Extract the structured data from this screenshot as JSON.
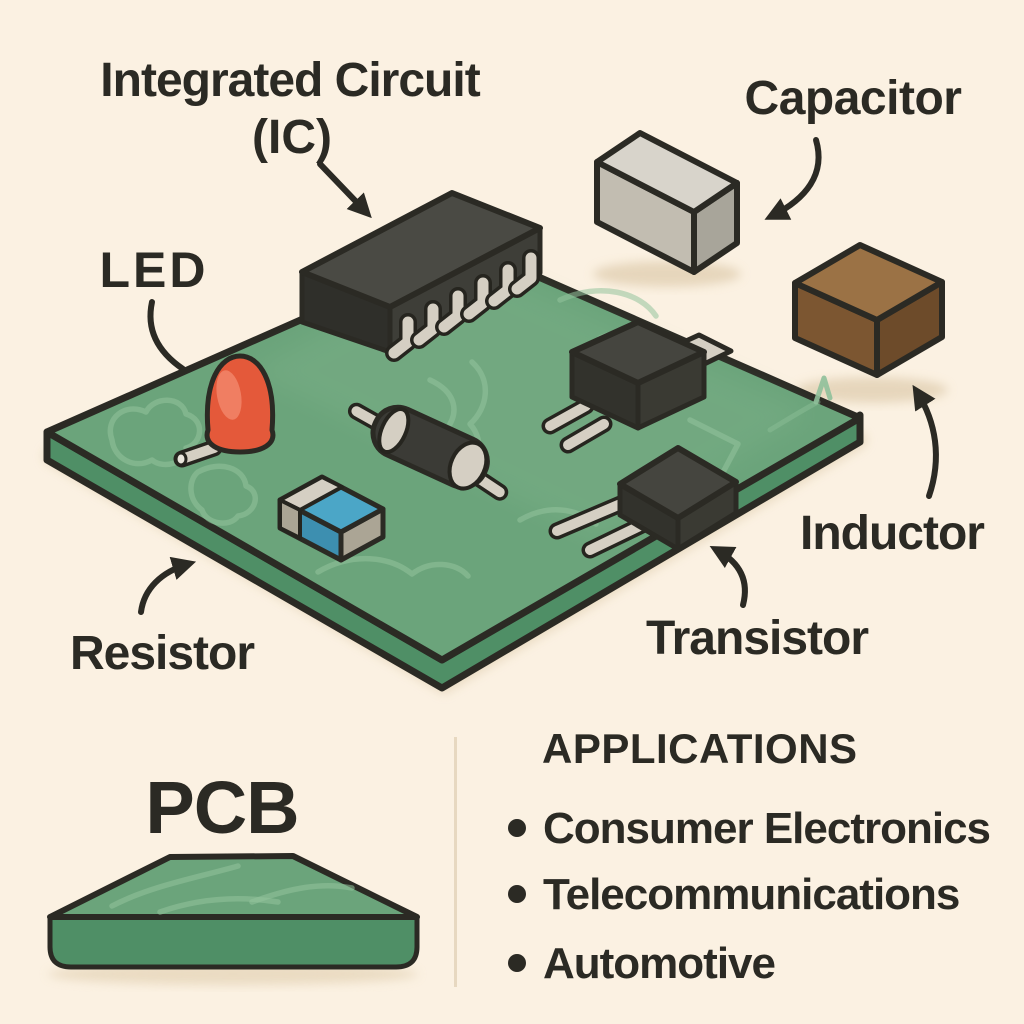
{
  "colors": {
    "background": "#fbf1e2",
    "ink": "#2b2a24",
    "pcb_top": "#6ba47b",
    "pcb_side": "#4f8f66",
    "trace_green": "#93c29c",
    "chip_top": "#4a4a44",
    "chip_front_left": "#2f2f2a",
    "chip_front_right": "#3e3e38",
    "silver": "#d5cfc3",
    "silver_dark": "#aba595",
    "led_red": "#e4593a",
    "led_highlight": "#f08164",
    "resistor_blue": "#4ba6c7",
    "resistor_blue_dark": "#3d8fb0",
    "cap_top": "#d8d4cb",
    "cap_front": "#c2bdb1",
    "cap_side": "#a8a59a",
    "inductor_top": "#9b7245",
    "inductor_front": "#7c5631",
    "inductor_side": "#6d4b2a",
    "transistor_top": "#45453f",
    "transistor_front": "#32322c",
    "transistor_side": "#3a3a33",
    "diode_body": "#3b3b36",
    "shadow": "#e8d9bf",
    "divider": "#e7d8c0"
  },
  "labels": {
    "ic_line1": "Integrated Circuit",
    "ic_line2": "(IC)",
    "capacitor": "Capacitor",
    "led": "LED",
    "inductor": "Inductor",
    "transistor": "Transistor",
    "resistor": "Resistor",
    "pcb": "PCB"
  },
  "applications": {
    "title": "APPLICATIONS",
    "items": [
      "Consumer Electronics",
      "Telecommunications",
      "Automotive"
    ]
  }
}
